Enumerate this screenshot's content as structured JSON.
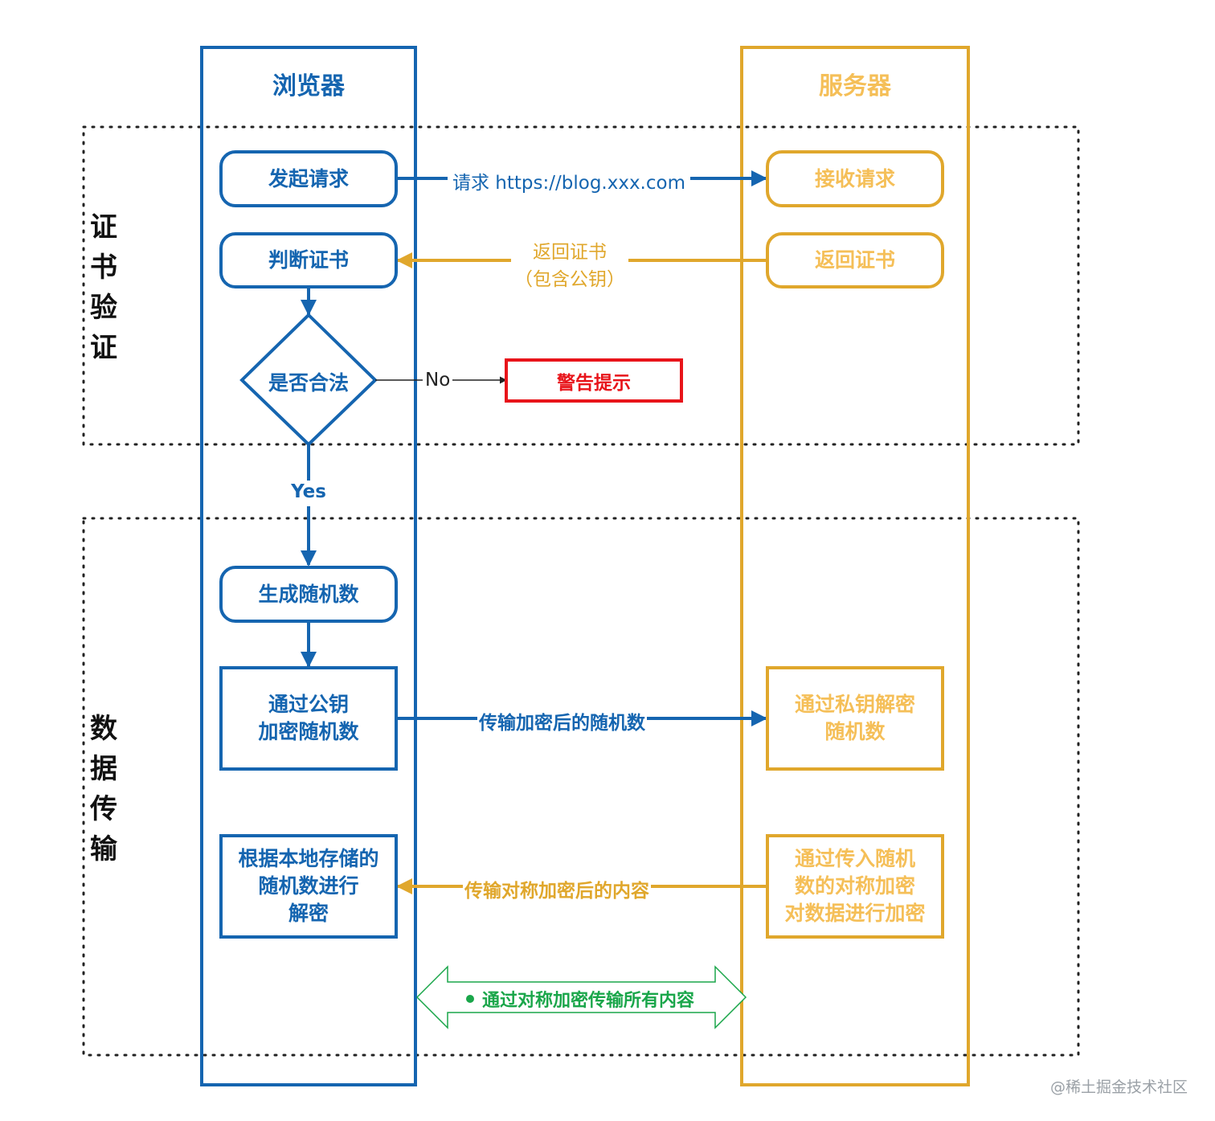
{
  "lanes": {
    "browser": "浏览器",
    "server": "服务器"
  },
  "sections": {
    "cert": "证\n书\n验\n证",
    "data": "数\n据\n传\n输"
  },
  "browser_nodes": {
    "send_request": "发起请求",
    "check_cert": "判断证书",
    "is_valid": "是否合法",
    "gen_random": "生成随机数",
    "encrypt_random": "通过公钥\n加密随机数",
    "decrypt_content": "根据本地存储的\n随机数进行\n解密"
  },
  "server_nodes": {
    "receive_request": "接收请求",
    "return_cert": "返回证书",
    "decrypt_random": "通过私钥解密\n随机数",
    "encrypt_data": "通过传入随机\n数的对称加密\n对数据进行加密"
  },
  "alert": "警告提示",
  "edges": {
    "request": "请求 https://blog.xxx.com",
    "return_cert_line1": "返回证书",
    "return_cert_line2": "（包含公钥）",
    "no": "No",
    "yes": "Yes",
    "send_encrypted_random": "传输加密后的随机数",
    "send_encrypted_content": "传输对称加密后的内容",
    "symmetric_all": "通过对称加密传输所有内容"
  },
  "colors": {
    "browser": "#1565b0",
    "server_border": "#e0a72c",
    "server_text": "#f5bf58",
    "alert": "#e8141a",
    "green": "#1aa64a",
    "dotted": "#222222"
  },
  "watermark": "@稀土掘金技术社区"
}
